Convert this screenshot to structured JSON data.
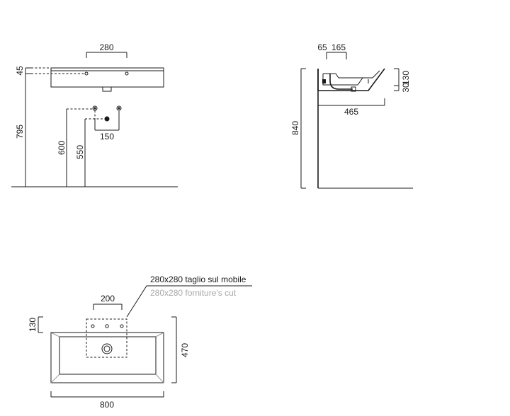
{
  "front_view": {
    "dims": {
      "top_width": "280",
      "overflow_height": "45",
      "rim_height": "795",
      "waste_height": "600",
      "supply_height": "550",
      "supply_spacing": "150"
    }
  },
  "side_view": {
    "dims": {
      "offset_a": "65",
      "offset_b": "165",
      "right_a": "130",
      "right_b": "30",
      "depth": "465",
      "height": "840"
    }
  },
  "top_view": {
    "cut_note_it": "280x280 taglio sul mobile",
    "cut_note_en": "280x280 forniture's cut",
    "dims": {
      "holes_spacing": "200",
      "back_depth": "130",
      "depth": "470",
      "width": "800"
    }
  }
}
